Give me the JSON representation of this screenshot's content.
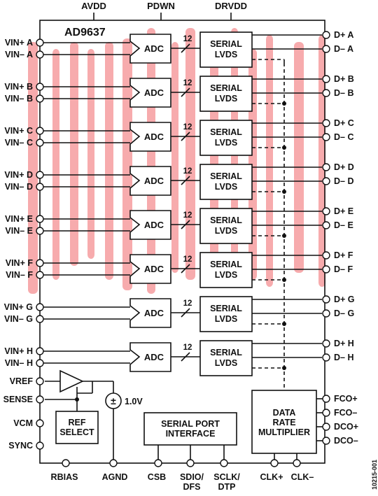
{
  "chip": {
    "name": "AD9637",
    "figure_id": "10215-001",
    "top_pins": [
      "AVDD",
      "PDWN",
      "DRVDD"
    ],
    "bus_width": "12"
  },
  "channels": [
    {
      "vin_p": "VIN+ A",
      "vin_n": "VIN– A",
      "out_p": "D+ A",
      "out_n": "D– A",
      "adc": "ADC",
      "serial": "SERIAL",
      "lvds": "LVDS"
    },
    {
      "vin_p": "VIN+ B",
      "vin_n": "VIN– B",
      "out_p": "D+ B",
      "out_n": "D– B",
      "adc": "ADC",
      "serial": "SERIAL",
      "lvds": "LVDS"
    },
    {
      "vin_p": "VIN+ C",
      "vin_n": "VIN– C",
      "out_p": "D+ C",
      "out_n": "D– C",
      "adc": "ADC",
      "serial": "SERIAL",
      "lvds": "LVDS"
    },
    {
      "vin_p": "VIN+ D",
      "vin_n": "VIN– D",
      "out_p": "D+ D",
      "out_n": "D– D",
      "adc": "ADC",
      "serial": "SERIAL",
      "lvds": "LVDS"
    },
    {
      "vin_p": "VIN+ E",
      "vin_n": "VIN– E",
      "out_p": "D+ E",
      "out_n": "D– E",
      "adc": "ADC",
      "serial": "SERIAL",
      "lvds": "LVDS"
    },
    {
      "vin_p": "VIN+ F",
      "vin_n": "VIN– F",
      "out_p": "D+ F",
      "out_n": "D– F",
      "adc": "ADC",
      "serial": "SERIAL",
      "lvds": "LVDS"
    },
    {
      "vin_p": "VIN+ G",
      "vin_n": "VIN– G",
      "out_p": "D+ G",
      "out_n": "D– G",
      "adc": "ADC",
      "serial": "SERIAL",
      "lvds": "LVDS"
    },
    {
      "vin_p": "VIN+ H",
      "vin_n": "VIN– H",
      "out_p": "D+ H",
      "out_n": "D– H",
      "adc": "ADC",
      "serial": "SERIAL",
      "lvds": "LVDS"
    }
  ],
  "left_pins": [
    "VREF",
    "SENSE",
    "VCM",
    "SYNC"
  ],
  "right_pins": [
    "FCO+",
    "FCO–",
    "DCO+",
    "DCO–"
  ],
  "bottom_pins": {
    "rbias": "RBIAS",
    "agnd": "AGND",
    "csb": "CSB",
    "sdio_1": "SDIO/",
    "sdio_2": "DFS",
    "sclk_1": "SCLK/",
    "sclk_2": "DTP",
    "clk_p": "CLK+",
    "clk_n": "CLK–"
  },
  "blocks": {
    "ref_select_1": "REF",
    "ref_select_2": "SELECT",
    "voltage": "1.0V",
    "spi_1": "SERIAL PORT",
    "spi_2": "INTERFACE",
    "drm_1": "DATA",
    "drm_2": "RATE",
    "drm_3": "MULTIPLIER"
  },
  "colors": {
    "line": "#111111",
    "watermark": "#ec4a4f"
  }
}
